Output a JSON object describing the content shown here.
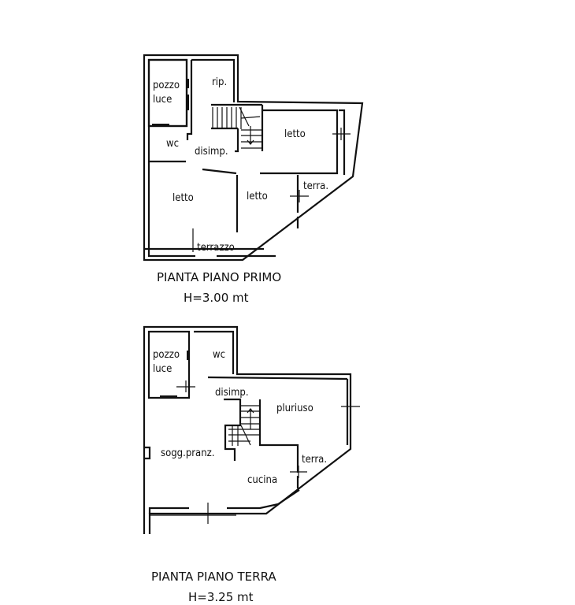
{
  "plans": [
    {
      "title": "PIANTA PIANO PRIMO",
      "height": "H=3.00 mt",
      "rooms": {
        "pozzo": "pozzo",
        "luce": "luce",
        "rip": "rip.",
        "wc": "wc",
        "disimp": "disimp.",
        "letto_ne": "letto",
        "letto_sw": "letto",
        "letto_s": "letto",
        "terra": "terra.",
        "terrazzo": "terrazzo"
      }
    },
    {
      "title": "PIANTA PIANO TERRA",
      "height": "H=3.25 mt",
      "rooms": {
        "pozzo": "pozzo",
        "luce": "luce",
        "wc": "wc",
        "disimp": "disimp.",
        "pluriuso": "pluriuso",
        "sogg": "sogg.pranz.",
        "terra": "terra.",
        "cucina": "cucina"
      }
    }
  ]
}
